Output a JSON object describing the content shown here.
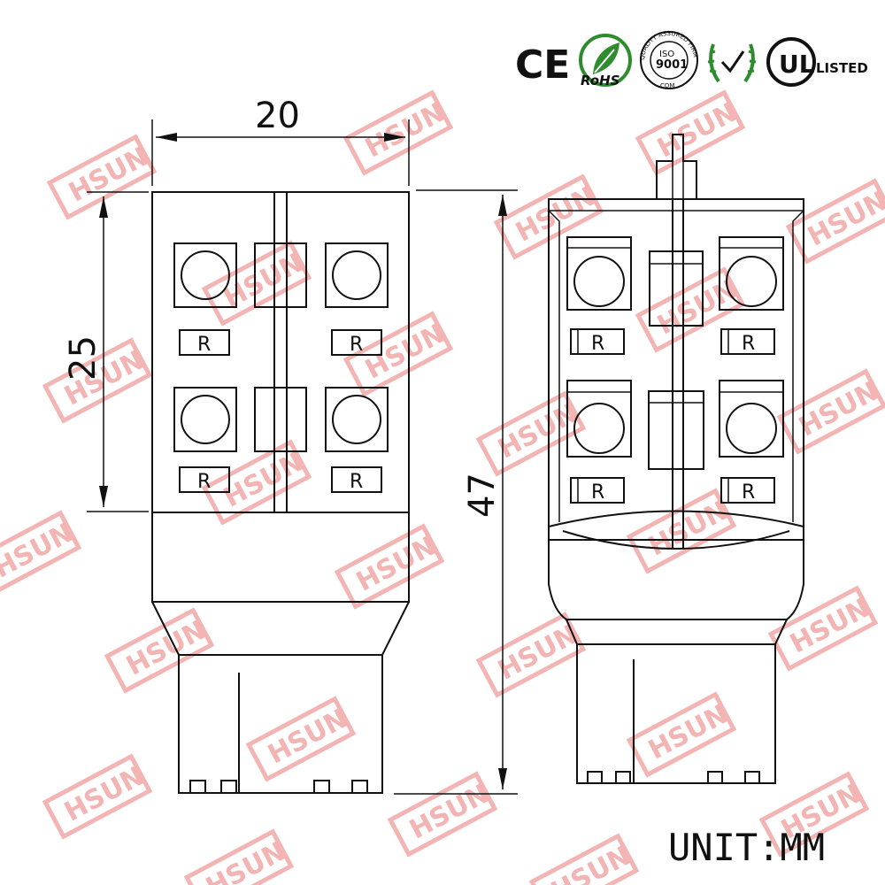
{
  "certifications": {
    "ce": "CE",
    "rohs": "RoHS",
    "iso_ring": "QUALITY ASSURED FIRM",
    "iso_top": "ISO",
    "iso_mid": "9001",
    "iso_bottom": "COM",
    "ul": "UL",
    "ul_listed": "LISTED"
  },
  "watermark": {
    "text": "HSUN"
  },
  "dimensions": {
    "width": "20",
    "body_height": "25",
    "total_height": "47"
  },
  "chip_label": "R",
  "unit_label": "UNIT:MM",
  "colors": {
    "line": "#111111",
    "watermark": "#f3b4b4",
    "rohs_green": "#2e8b2e"
  }
}
